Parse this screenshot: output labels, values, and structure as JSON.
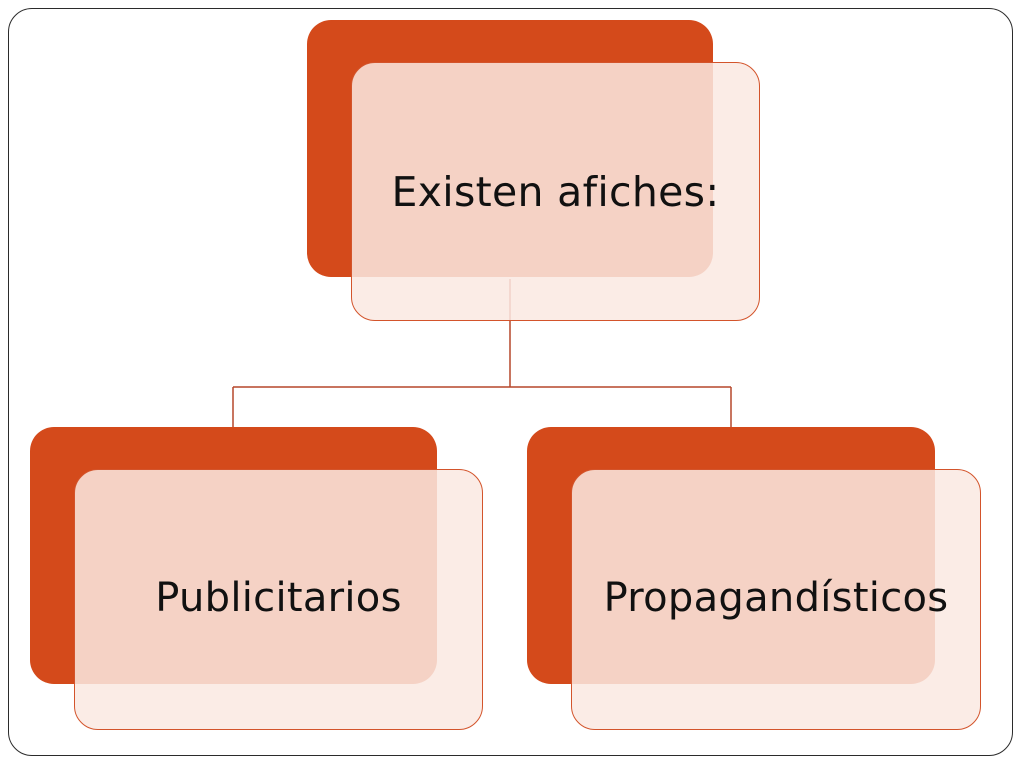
{
  "diagram": {
    "root": {
      "label": "Existen afiches:"
    },
    "children": [
      {
        "label": "Publicitarios"
      },
      {
        "label": "Propagandísticos"
      }
    ]
  },
  "colors": {
    "accent": "#d44a1b",
    "box_fill": "#fae9e2",
    "box_border": "#d3542b",
    "connector": "#b5472a",
    "frame_border": "#2b2b2b"
  }
}
